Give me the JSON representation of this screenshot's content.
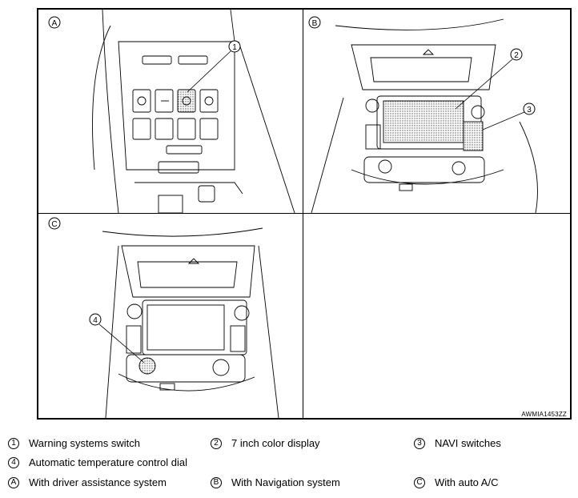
{
  "panels": {
    "a": {
      "letter": "A",
      "callout": "1"
    },
    "b": {
      "letter": "B",
      "callouts": [
        "2",
        "3"
      ]
    },
    "c": {
      "letter": "C",
      "callout": "4"
    }
  },
  "reference_code": "AWMIA1453ZZ",
  "legend": {
    "row1": [
      {
        "marker": "1",
        "text": "Warning systems switch"
      },
      {
        "marker": "2",
        "text": "7 inch color display"
      },
      {
        "marker": "3",
        "text": "NAVI switches"
      }
    ],
    "row2": [
      {
        "marker": "4",
        "text": "Automatic temperature control dial"
      }
    ],
    "row3": [
      {
        "marker": "A",
        "text": "With driver assistance system"
      },
      {
        "marker": "B",
        "text": "With Navigation system"
      },
      {
        "marker": "C",
        "text": "With auto A/C"
      }
    ]
  }
}
